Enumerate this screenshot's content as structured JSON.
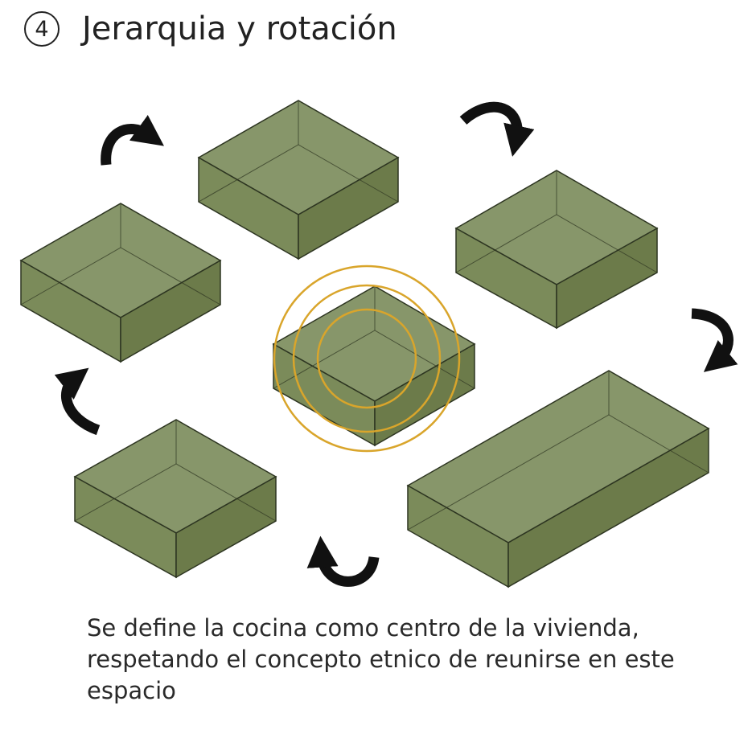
{
  "header": {
    "number": "4",
    "title": "Jerarquia y rotación"
  },
  "diagram": {
    "box_color": "#7b8b5a",
    "box_top_color": "#87966a",
    "edge_color": "#2d3521",
    "ring_color": "#d9a52b",
    "arrow_color": "#111111"
  },
  "caption": {
    "text": "Se define la cocina como centro de la vivienda, respetando el concepto etnico de reunirse en este espacio"
  }
}
